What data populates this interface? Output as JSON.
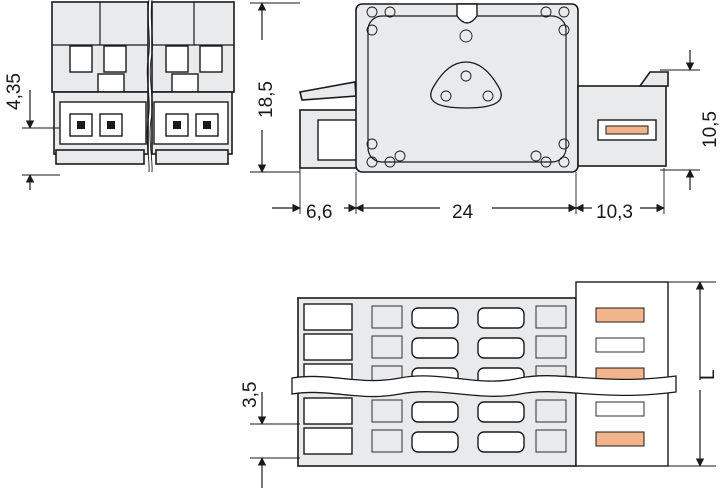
{
  "dimensions": {
    "d_4_35": "4,35",
    "d_18_5": "18,5",
    "d_10_5": "10,5",
    "d_6_6": "6,6",
    "d_24": "24",
    "d_10_3": "10,3",
    "d_3_5": "3,5",
    "d_L": "L"
  },
  "colors": {
    "body": "#e9eaec",
    "outline": "#1a1a1a",
    "release_tab": "#f2b48a"
  }
}
